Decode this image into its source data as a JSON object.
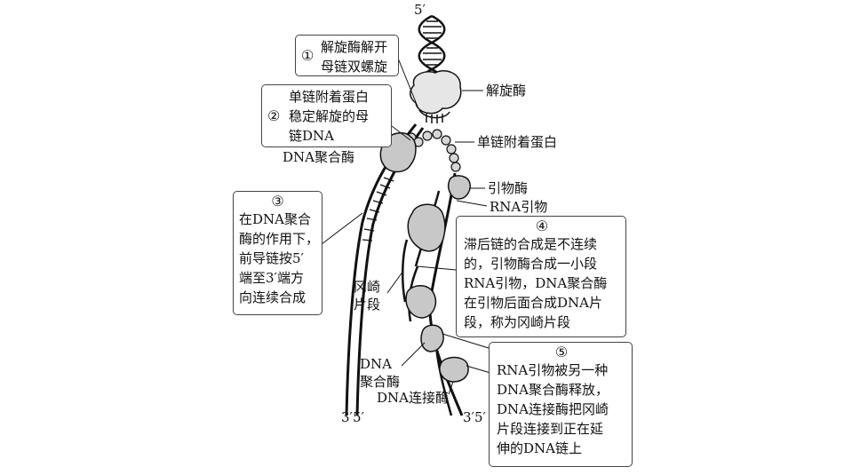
{
  "box1": {
    "num": "①",
    "lines": [
      "解旋酶解开",
      "母链双螺旋"
    ]
  },
  "box2": {
    "num": "②",
    "lines": [
      "单链附着蛋白",
      "稳定解旋的母",
      "链DNA"
    ]
  },
  "box3": {
    "num": "③",
    "lines": [
      "在DNA聚合",
      "酶的作用下，",
      "前导链按5′",
      "端至3′端方",
      "向连续合成"
    ]
  },
  "box4": {
    "num": "④",
    "lines": [
      "滞后链的合成是不连续",
      "的，引物酶合成一小段",
      "RNA引物，DNA聚合酶",
      "在引物后面合成DNA片",
      "段，称为冈崎片段"
    ]
  },
  "box5": {
    "num": "⑤",
    "lines": [
      "RNA引物被另一种",
      "DNA聚合酶释放，",
      "DNA连接酶把冈崎",
      "片段连接到正在延",
      "伸的DNA链上"
    ]
  },
  "labels": {
    "top_5prime": "5′",
    "helicase": "解旋酶",
    "ssb": "单链附着蛋白",
    "dna_pol_top": "DNA聚合酶",
    "primase": "引物酶",
    "rna_primer": "RNA引物",
    "okazaki": "冈崎\n片段",
    "dna_pol_bottom": "DNA\n聚合酶",
    "ligase": "DNA连接酶",
    "left_ends": "3′5′",
    "right_ends": "3′5′"
  },
  "colors": {
    "protein": "#c8c8c8",
    "protein_light": "#e6e6e6",
    "strand": "#111111",
    "box_border": "#444444"
  }
}
